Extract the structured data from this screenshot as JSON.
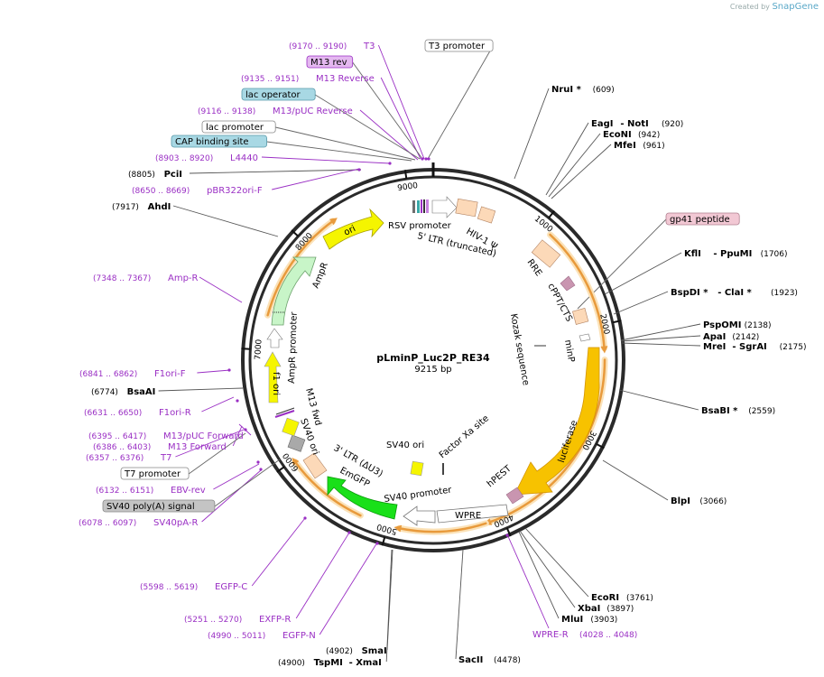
{
  "app": {
    "credit": "Created by",
    "brand": "SnapGene"
  },
  "plasmid": {
    "name": "pLminP_Luc2P_RE34",
    "length_label": "9215 bp",
    "length": 9215
  },
  "ticks": [
    1000,
    2000,
    3000,
    4000,
    5000,
    6000,
    7000,
    8000,
    9000
  ],
  "colors": {
    "enzyme": "#000000",
    "primer": "#9a2fc4",
    "feature_line": "#9a2fc4",
    "orange_arc": "#e89a3c",
    "luciferase": "#f7c200",
    "ori": "#f5f500",
    "ampr": "#c8f5c8",
    "emgfp": "#19e019",
    "ltr": "#fcd9b8"
  },
  "enzymes": [
    {
      "name": "NruI *",
      "pos": "(609)",
      "bp": 609
    },
    {
      "name": "EagI",
      "name2": "NotI",
      "pos": "(920)",
      "bp": 920
    },
    {
      "name": "EcoNI",
      "pos": "(942)",
      "bp": 942
    },
    {
      "name": "MfeI",
      "pos": "(961)",
      "bp": 961
    },
    {
      "name": "KflI",
      "name2": "PpuMI",
      "pos": "(1706)",
      "bp": 1706
    },
    {
      "name": "BspDI *",
      "name2": "ClaI *",
      "pos": "(1923)",
      "bp": 1923
    },
    {
      "name": "PspOMI",
      "pos": "(2138)",
      "bp": 2138
    },
    {
      "name": "ApaI",
      "pos": "(2142)",
      "bp": 2142
    },
    {
      "name": "MreI",
      "name2": "SgrAI",
      "pos": "(2175)",
      "bp": 2175
    },
    {
      "name": "BsaBI *",
      "pos": "(2559)",
      "bp": 2559
    },
    {
      "name": "BlpI",
      "pos": "(3066)",
      "bp": 3066
    },
    {
      "name": "EcoRI",
      "pos": "(3761)",
      "bp": 3761
    },
    {
      "name": "XbaI",
      "pos": "(3897)",
      "bp": 3897
    },
    {
      "name": "MluI",
      "pos": "(3903)",
      "bp": 3903
    },
    {
      "name": "SacII",
      "pos": "(4478)",
      "bp": 4478
    },
    {
      "name": "SmaI",
      "pos": "(4902)",
      "bp": 4902
    },
    {
      "name": "TspMI",
      "name2": "XmaI",
      "pos": "(4900)",
      "bp": 4900
    },
    {
      "name": "AhdI",
      "pos": "(7917)",
      "bp": 7917
    },
    {
      "name": "PciI",
      "pos": "(8805)",
      "bp": 8805
    },
    {
      "name": "BsaAI",
      "pos": "(6774)",
      "bp": 6774
    }
  ],
  "primers": [
    {
      "name": "T3",
      "pos": "(9170 .. 9190)"
    },
    {
      "name": "M13 Reverse",
      "pos": "(9135 .. 9151)"
    },
    {
      "name": "M13/pUC Reverse",
      "pos": "(9116 .. 9138)"
    },
    {
      "name": "L4440",
      "pos": "(8903 .. 8920)"
    },
    {
      "name": "pBR322ori-F",
      "pos": "(8650 .. 8669)"
    },
    {
      "name": "Amp-R",
      "pos": "(7348 .. 7367)"
    },
    {
      "name": "F1ori-F",
      "pos": "(6841 .. 6862)"
    },
    {
      "name": "F1ori-R",
      "pos": "(6631 .. 6650)"
    },
    {
      "name": "M13/pUC Forward",
      "pos": "(6395 .. 6417)"
    },
    {
      "name": "M13 Forward",
      "pos": "(6386 .. 6403)"
    },
    {
      "name": "T7",
      "pos": "(6357 .. 6376)"
    },
    {
      "name": "EBV-rev",
      "pos": "(6132 .. 6151)"
    },
    {
      "name": "SV40pA-R",
      "pos": "(6078 .. 6097)"
    },
    {
      "name": "EGFP-C",
      "pos": "(5598 .. 5619)"
    },
    {
      "name": "EXFP-R",
      "pos": "(5251 .. 5270)"
    },
    {
      "name": "EGFP-N",
      "pos": "(4990 .. 5011)"
    },
    {
      "name": "WPRE-R",
      "pos": "(4028 .. 4048)"
    }
  ],
  "boxed_labels": [
    {
      "name": "T3 promoter",
      "style": "white"
    },
    {
      "name": "M13 rev",
      "style": "purple"
    },
    {
      "name": "lac operator",
      "style": "teal"
    },
    {
      "name": "lac promoter",
      "style": "white"
    },
    {
      "name": "CAP binding site",
      "style": "teal"
    },
    {
      "name": "gp41 peptide",
      "style": "pink"
    },
    {
      "name": "T7 promoter",
      "style": "white"
    },
    {
      "name": "SV40 poly(A) signal",
      "style": "gray"
    }
  ],
  "features": [
    "RSV promoter",
    "5' LTR (truncated)",
    "HIV-1 Ψ",
    "RRE",
    "cPPT/CTS",
    "Kozak sequence",
    "minP",
    "luciferase",
    "hPEST",
    "Factor Xa site",
    "WPRE",
    "SV40 promoter",
    "SV40 ori",
    "EmGFP",
    "3' LTR (ΔU3)",
    "SV40 ori",
    "M13 fwd",
    "f1 ori",
    "AmpR promoter",
    "AmpR",
    "ori"
  ]
}
